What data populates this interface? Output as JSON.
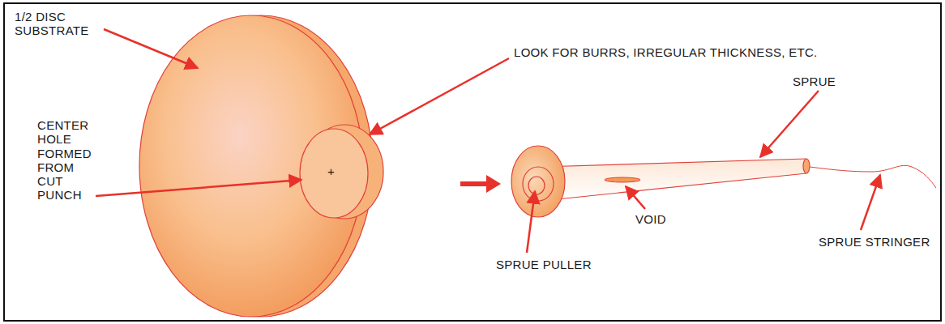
{
  "diagram": {
    "labels": [
      "1/2 DISC SUBSTRATE",
      "LOOK FOR BURRS, IRREGULAR THICKNESS, ETC.",
      "CENTER HOLE FORMED FROM CUT PUNCH",
      "+",
      "SPRUE",
      "VOID",
      "SPRUE PULLER",
      "SPRUE STRINGER"
    ]
  }
}
